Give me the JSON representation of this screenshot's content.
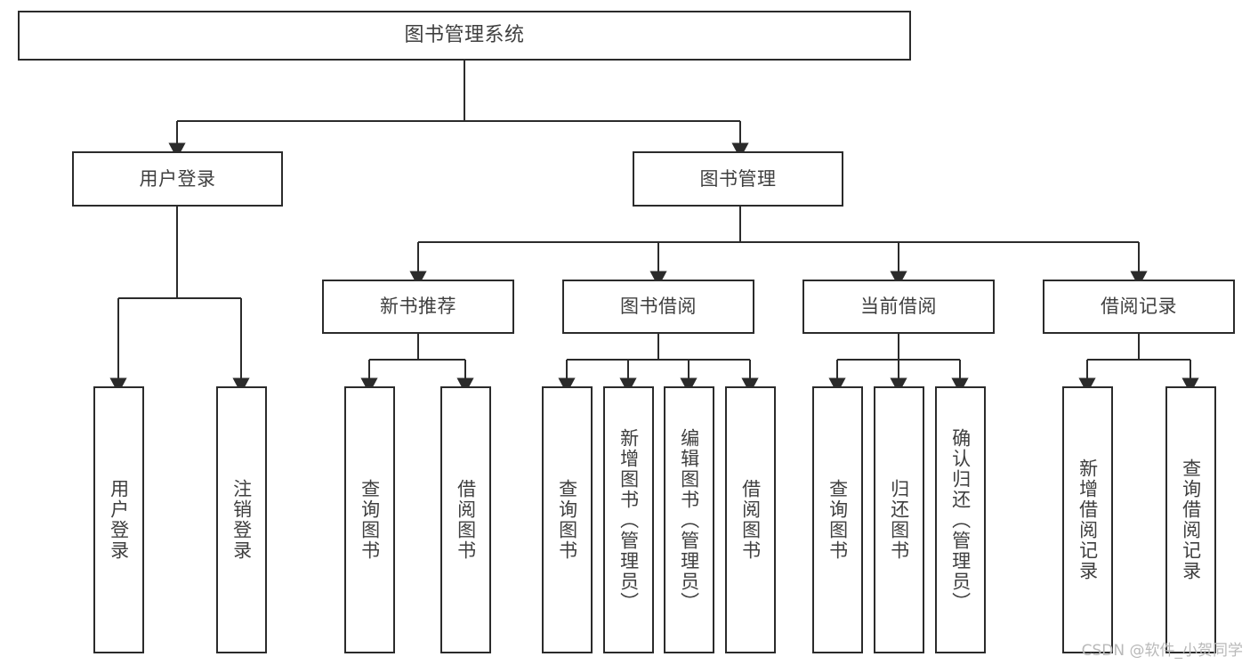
{
  "diagram": {
    "title": "图书管理系统",
    "type": "tree-hierarchy-chart",
    "orientation": "top-down",
    "watermark": "CSDN @软件_小贺同学",
    "colors": {
      "box_border": "#2b2b2b",
      "box_fill": "#ffffff",
      "text": "#3f3f3f",
      "edge": "#2b2b2b",
      "watermark": "#b9b9b9",
      "background": "#ffffff"
    },
    "levels": {
      "root": [
        "图书管理系统"
      ],
      "level2": [
        "用户登录",
        "图书管理"
      ],
      "level3": [
        "新书推荐",
        "图书借阅",
        "当前借阅",
        "借阅记录"
      ],
      "leaves": [
        "用户登录",
        "注销登录",
        "查询图书",
        "借阅图书",
        "查询图书",
        "新增图书（管理员）",
        "编辑图书（管理员）",
        "借阅图书",
        "查询图书",
        "归还图书",
        "确认归还（管理员）",
        "新增借阅记录",
        "查询借阅记录"
      ]
    },
    "nodes": {
      "root": {
        "label": "图书管理系统"
      },
      "user_login": {
        "label": "用户登录"
      },
      "book_manage": {
        "label": "图书管理"
      },
      "new_book_rec": {
        "label": "新书推荐"
      },
      "book_borrow": {
        "label": "图书借阅"
      },
      "current_borrow": {
        "label": "当前借阅"
      },
      "borrow_record": {
        "label": "借阅记录"
      },
      "leaf_user_login": {
        "label": "用户登录"
      },
      "leaf_logout": {
        "label": "注销登录"
      },
      "leaf_query_book_1": {
        "label": "查询图书"
      },
      "leaf_borrow_book_1": {
        "label": "借阅图书"
      },
      "leaf_query_book_2": {
        "label": "查询图书"
      },
      "leaf_add_book_admin": {
        "label": "新增图书（管理员）"
      },
      "leaf_edit_book_admin": {
        "label": "编辑图书（管理员）"
      },
      "leaf_borrow_book_2": {
        "label": "借阅图书"
      },
      "leaf_query_book_3": {
        "label": "查询图书"
      },
      "leaf_return_book": {
        "label": "归还图书"
      },
      "leaf_confirm_return_admin": {
        "label": "确认归还（管理员）"
      },
      "leaf_add_borrow_record": {
        "label": "新增借阅记录"
      },
      "leaf_query_borrow_record": {
        "label": "查询借阅记录"
      }
    },
    "edges": [
      {
        "from": "图书管理系统",
        "to": "用户登录"
      },
      {
        "from": "图书管理系统",
        "to": "图书管理"
      },
      {
        "from": "用户登录",
        "to": "用户登录"
      },
      {
        "from": "用户登录",
        "to": "注销登录"
      },
      {
        "from": "图书管理",
        "to": "新书推荐"
      },
      {
        "from": "图书管理",
        "to": "图书借阅"
      },
      {
        "from": "图书管理",
        "to": "当前借阅"
      },
      {
        "from": "图书管理",
        "to": "借阅记录"
      },
      {
        "from": "新书推荐",
        "to": "查询图书"
      },
      {
        "from": "新书推荐",
        "to": "借阅图书"
      },
      {
        "from": "图书借阅",
        "to": "查询图书"
      },
      {
        "from": "图书借阅",
        "to": "新增图书（管理员）"
      },
      {
        "from": "图书借阅",
        "to": "编辑图书（管理员）"
      },
      {
        "from": "图书借阅",
        "to": "借阅图书"
      },
      {
        "from": "当前借阅",
        "to": "查询图书"
      },
      {
        "from": "当前借阅",
        "to": "归还图书"
      },
      {
        "from": "当前借阅",
        "to": "确认归还（管理员）"
      },
      {
        "from": "借阅记录",
        "to": "新增借阅记录"
      },
      {
        "from": "借阅记录",
        "to": "查询借阅记录"
      }
    ]
  }
}
